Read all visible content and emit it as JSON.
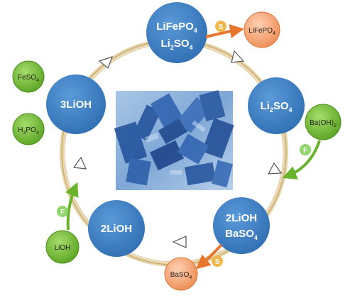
{
  "colors": {
    "cycle_node": "#3b7fc4",
    "input_node": "#7cc242",
    "output_node": "#f4a271",
    "ring": "#d8c294",
    "arrow_green": "#6ab42d",
    "arrow_orange": "#e7762e",
    "solid_tag": "#f0b84a",
    "fluid_tag": "#8fd36b"
  },
  "cycle_nodes": {
    "lifepo4_li2so4": {
      "line1": "LiFePO",
      "line1_sub": "4",
      "line2": "Li",
      "line2_sub": "2",
      "line2_rest": "SO",
      "line2_sub2": "4"
    },
    "li2so4": {
      "text": "Li",
      "sub": "2",
      "rest": "SO",
      "sub2": "4"
    },
    "lioh_2_baso4": {
      "line1": "2LiOH",
      "line2": "BaSO",
      "line2_sub": "4"
    },
    "lioh_2": {
      "text": "2LiOH"
    },
    "lioh_3": {
      "text": "3LiOH"
    }
  },
  "inputs": {
    "feso4": {
      "text": "FeSO",
      "sub": "4"
    },
    "h3po4": {
      "text": "H",
      "sub": "3",
      "rest": "PO",
      "sub2": "4"
    },
    "baoh2": {
      "text": "Ba(OH)",
      "sub": "2"
    },
    "lioh": {
      "text": "LiOH"
    }
  },
  "outputs": {
    "lifepo4": {
      "text": "LiFePO",
      "sub": "4"
    },
    "baso4": {
      "text": "BaSO",
      "sub": "4"
    }
  },
  "tags": {
    "s_top": "S",
    "s_bottom": "S",
    "f_right": "F",
    "f_left": "F"
  }
}
